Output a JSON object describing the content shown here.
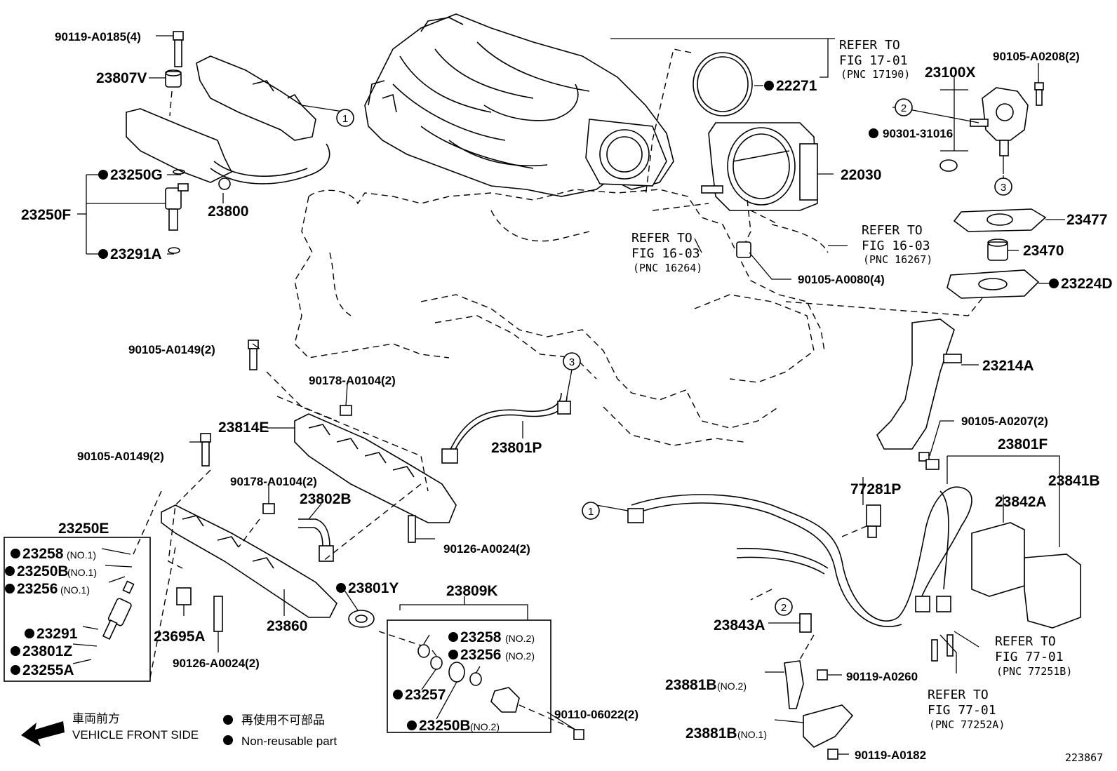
{
  "diagram_number": "223867",
  "legend": {
    "front_jp": "車両前方",
    "front_en": "VEHICLE FRONT SIDE",
    "nonreusable_jp": "再使用不可部品",
    "nonreusable_en": "Non-reusable part"
  },
  "references": {
    "r17_01_a": "REFER TO",
    "r17_01_b": "FIG 17-01",
    "r17_01_c": "(PNC 17190)",
    "r16264_a": "REFER TO",
    "r16264_b": "FIG 16-03",
    "r16264_c": "(PNC 16264)",
    "r16267_a": "REFER TO",
    "r16267_b": "FIG 16-03",
    "r16267_c": "(PNC 16267)",
    "r77251_a": "REFER TO",
    "r77251_b": "FIG 77-01",
    "r77251_c": "(PNC 77251B)",
    "r77252_a": "REFER TO",
    "r77252_b": "FIG 77-01",
    "r77252_c": "(PNC 77252A)"
  },
  "labels": {
    "p90119_A0185": "90119-A0185(4)",
    "p23807V": "23807V",
    "p23250G": "23250G",
    "p23250F": "23250F",
    "p23291A": "23291A",
    "p23800": "23800",
    "p22271": "22271",
    "p22030": "22030",
    "p90105_A0208": "90105-A0208(2)",
    "p23100X": "23100X",
    "p90301_31016": "90301-31016",
    "p23477": "23477",
    "p23470": "23470",
    "p23224D": "23224D",
    "p90105_A0080": "90105-A0080(4)",
    "p23214A": "23214A",
    "p90105_A0207": "90105-A0207(2)",
    "p23801F": "23801F",
    "p23841B": "23841B",
    "p23842A": "23842A",
    "p77281P": "77281P",
    "p90105_A0149_a": "90105-A0149(2)",
    "p90178_A0104_a": "90178-A0104(2)",
    "p23814E": "23814E",
    "p23801P": "23801P",
    "p90105_A0149_b": "90105-A0149(2)",
    "p90178_A0104_b": "90178-A0104(2)",
    "p23802B": "23802B",
    "p90126_A0024_a": "90126-A0024(2)",
    "p23250E": "23250E",
    "p23258": "23258",
    "p23258_sub": "(NO.1)",
    "p23250B": "23250B",
    "p23250B_sub": "(NO.1)",
    "p23256": "23256",
    "p23256_sub": "(NO.1)",
    "p23291": "23291",
    "p23801Z": "23801Z",
    "p23255A": "23255A",
    "p23695A": "23695A",
    "p90126_A0024_b": "90126-A0024(2)",
    "p23860": "23860",
    "p23801Y": "23801Y",
    "p23809K": "23809K",
    "p23258_2": "23258",
    "p23258_2_sub": "(NO.2)",
    "p23256_2": "23256",
    "p23256_2_sub": "(NO.2)",
    "p23257": "23257",
    "p23250B_2": "23250B",
    "p23250B_2_sub": "(NO.2)",
    "p90110_06022": "90110-06022(2)",
    "p23843A": "23843A",
    "p90119_A0260": "90119-A0260",
    "p23881B_2": "23881B",
    "p23881B_2_sub": "(NO.2)",
    "p23881B_1": "23881B",
    "p23881B_1_sub": "(NO.1)",
    "p90119_A0182": "90119-A0182"
  },
  "callouts": {
    "c1": "1",
    "c2": "2",
    "c3": "3"
  }
}
